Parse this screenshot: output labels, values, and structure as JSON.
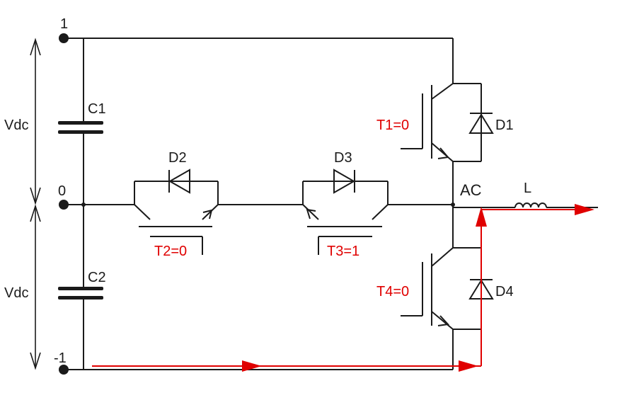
{
  "labels": {
    "node_pos": "1",
    "node_zero": "0",
    "node_neg": "-1",
    "vdc_top": "Vdc",
    "vdc_bottom": "Vdc",
    "c1": "C1",
    "c2": "C2",
    "d1": "D1",
    "d2": "D2",
    "d3": "D3",
    "d4": "D4",
    "ac": "AC",
    "inductor": "L",
    "t1_state": "T1=0",
    "t2_state": "T2=0",
    "t3_state": "T3=1",
    "t4_state": "T4=0"
  },
  "colors": {
    "wire": "#1a1a1a",
    "current_path": "#e00000",
    "state_text": "#e00000"
  }
}
